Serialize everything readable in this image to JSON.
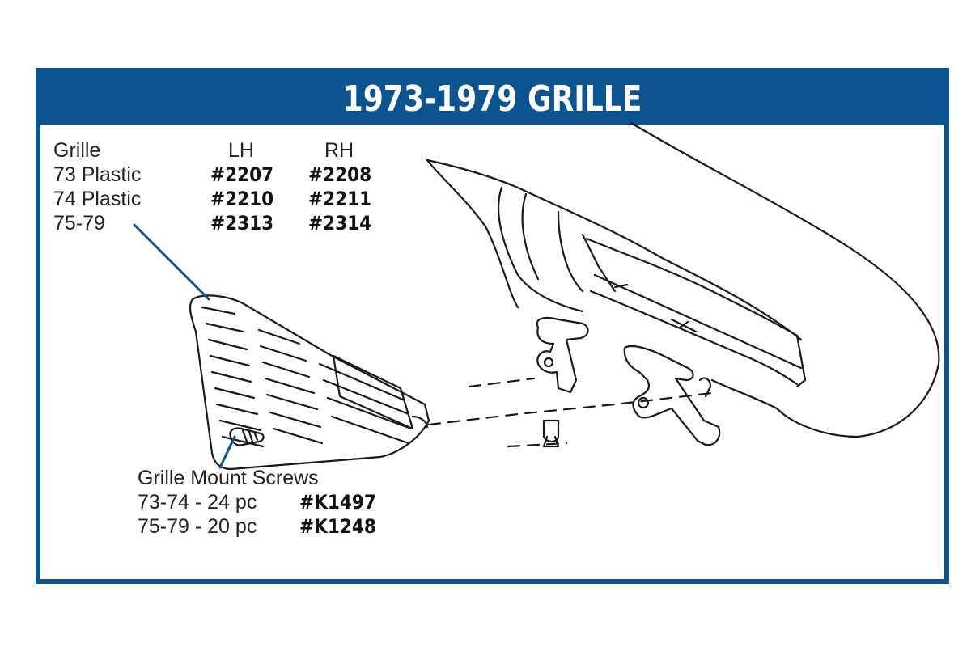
{
  "title": "1973-1979 GRILLE",
  "grille_table": {
    "header": {
      "label": "Grille",
      "lh": "LH",
      "rh": "RH"
    },
    "rows": [
      {
        "label": "73 Plastic",
        "lh": "#2207",
        "rh": "#2208"
      },
      {
        "label": "74 Plastic",
        "lh": "#2210",
        "rh": "#2211"
      },
      {
        "label": "75-79",
        "lh": "#2313",
        "rh": "#2314"
      }
    ]
  },
  "screws": {
    "heading": "Grille Mount Screws",
    "rows": [
      {
        "label": "73-74 - 24 pc",
        "part": "#K1497"
      },
      {
        "label": "75-79 - 20 pc",
        "part": "#K1248"
      }
    ]
  },
  "colors": {
    "accent": "#0c5490",
    "line": "#1a1a1a"
  }
}
